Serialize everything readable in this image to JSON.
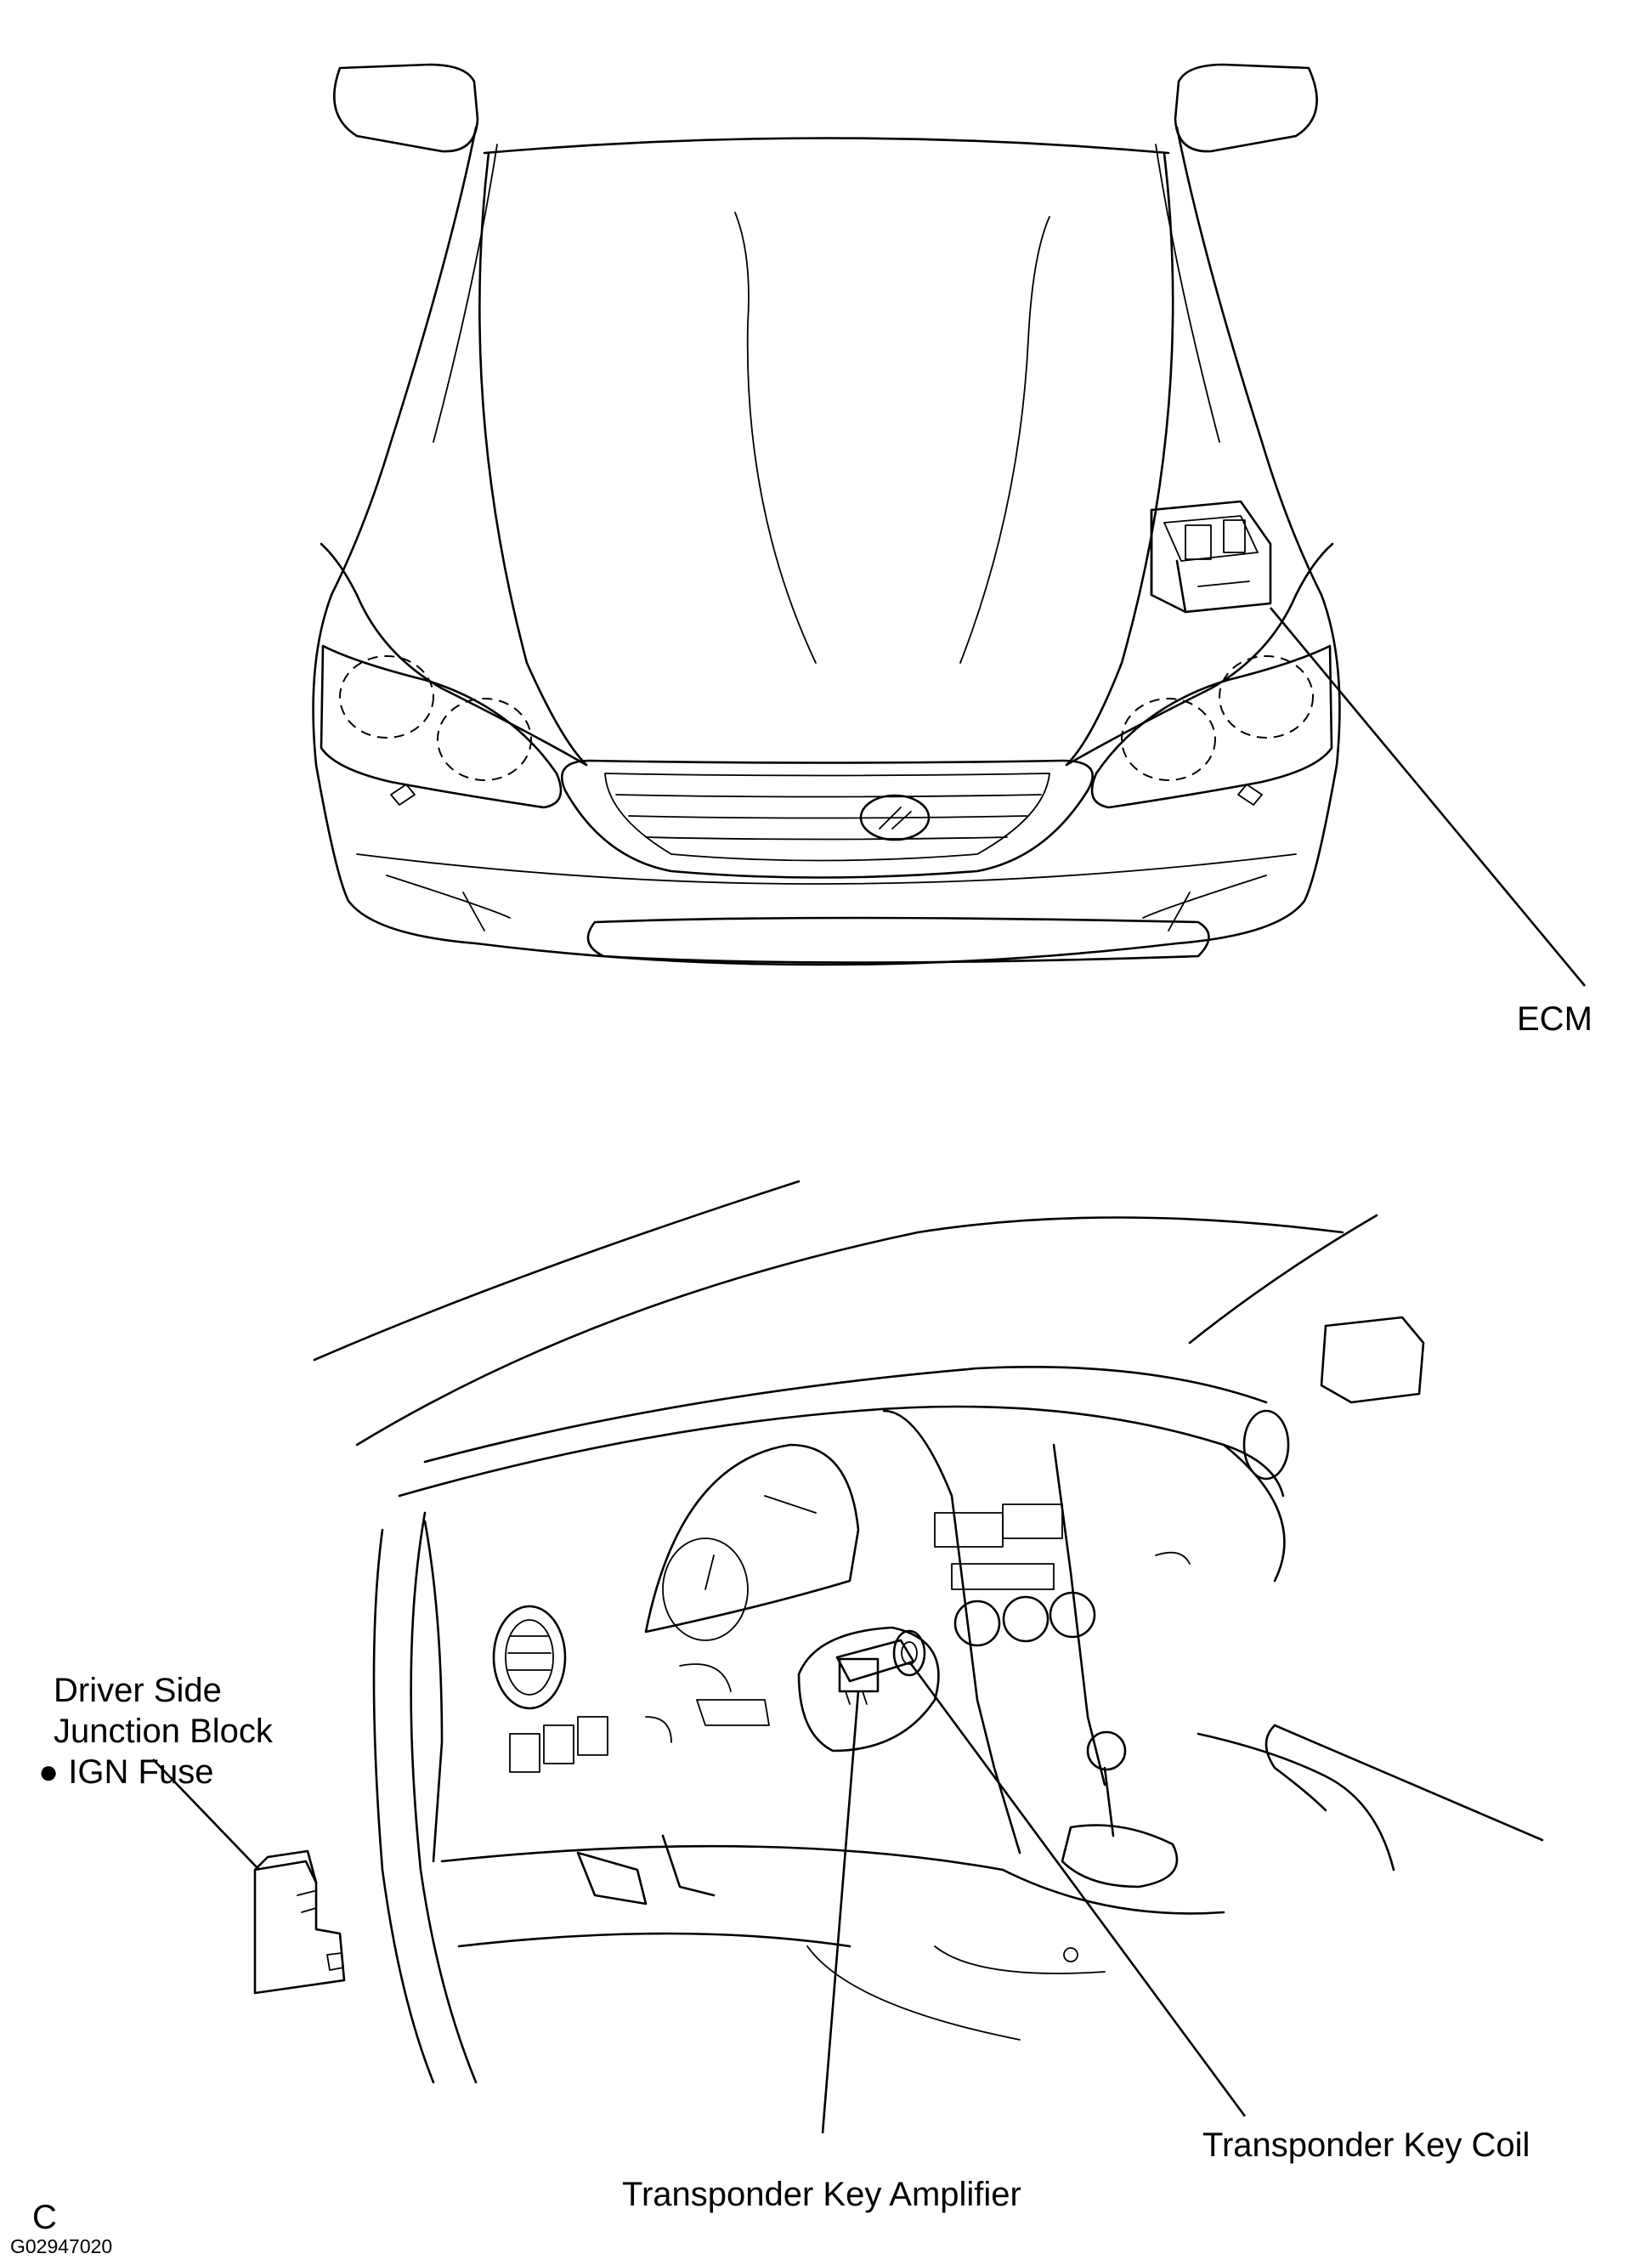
{
  "labels": {
    "ecm": "ECM",
    "junction_block": [
      "Driver Side",
      "Junction Block",
      "IGN Fuse"
    ],
    "bullet": "●",
    "key_coil": "Transponder Key Coil",
    "key_amplifier": "Transponder Key Amplifier",
    "corner_letter": "C",
    "figure_code": "G02947020"
  }
}
